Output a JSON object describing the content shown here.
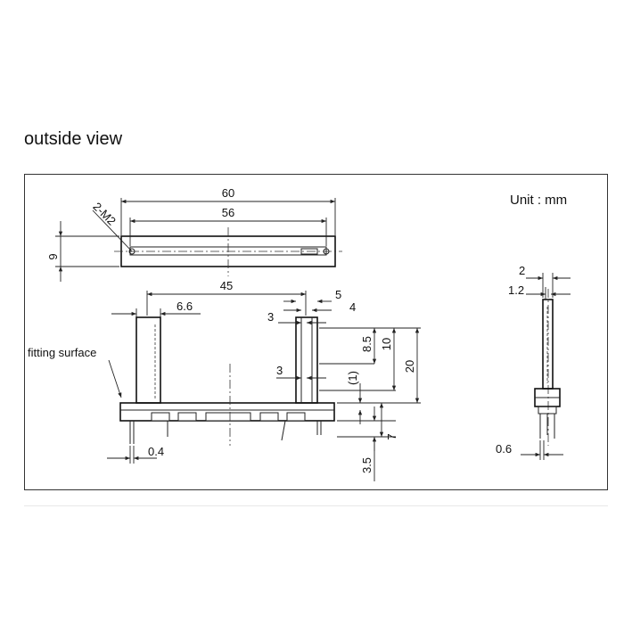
{
  "title": "outside view",
  "unit_label": "Unit : mm",
  "callouts": {
    "fitting_surface": "fitting surface",
    "mount_holes": "2-M2"
  },
  "dimensions": {
    "overall_length": "60",
    "hole_pitch": "56",
    "body_height": "9",
    "pin_pitch": "45",
    "pin_width_left": "6.6",
    "pin_width_right_outer": "5",
    "pin_width_right_inner": "4",
    "shaft_top": "3",
    "shaft_mid": "3",
    "height_8_5": "8.5",
    "height_10": "10",
    "height_20": "20",
    "gap_1": "(1)",
    "terminal_7": "7",
    "terminal_3_5": "3.5",
    "terminal_0_4": "0.4",
    "side_2": "2",
    "side_1_2": "1.2",
    "side_0_6": "0.6"
  }
}
